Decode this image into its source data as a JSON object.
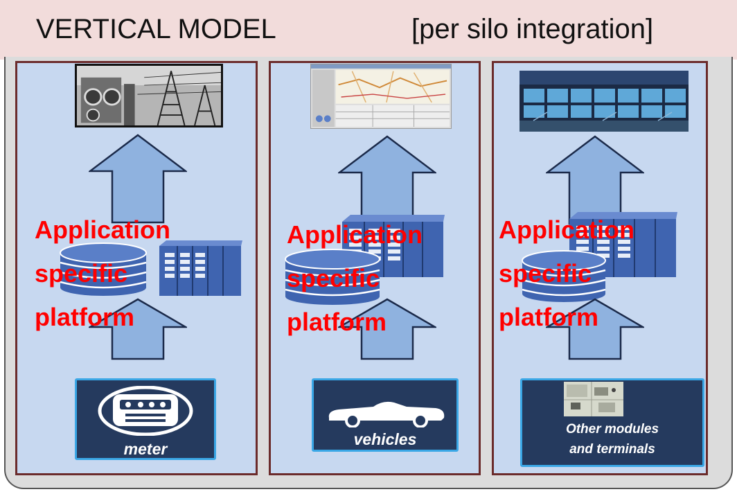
{
  "title": {
    "main": "VERTICAL MODEL",
    "sub": "[per silo integration]"
  },
  "columns": [
    {
      "image_icon": "power-substation-icon",
      "platform_label": "Application\nspecific\nplatform",
      "device_icon": "electricity-meter-icon",
      "device_label": "meter"
    },
    {
      "image_icon": "map-tracking-software-icon",
      "platform_label": "Application\nspecific\nplatform",
      "device_icon": "convertible-car-icon",
      "device_label": "vehicles"
    },
    {
      "image_icon": "control-room-monitors-icon",
      "platform_label": "Application\nspecific\nplatform",
      "device_icon": "circuit-module-icon",
      "device_label": "Other modules\nand terminals"
    }
  ],
  "colors": {
    "title_band": "#f2dcdb",
    "column_fill": "#c7d8f0",
    "column_border": "#6b2b2b",
    "arrow_fill": "#8fb2df",
    "label_red": "#ff0000",
    "device_box": "#253a5e",
    "device_border": "#3aa7e6",
    "storage_blue": "#3f64b0"
  }
}
